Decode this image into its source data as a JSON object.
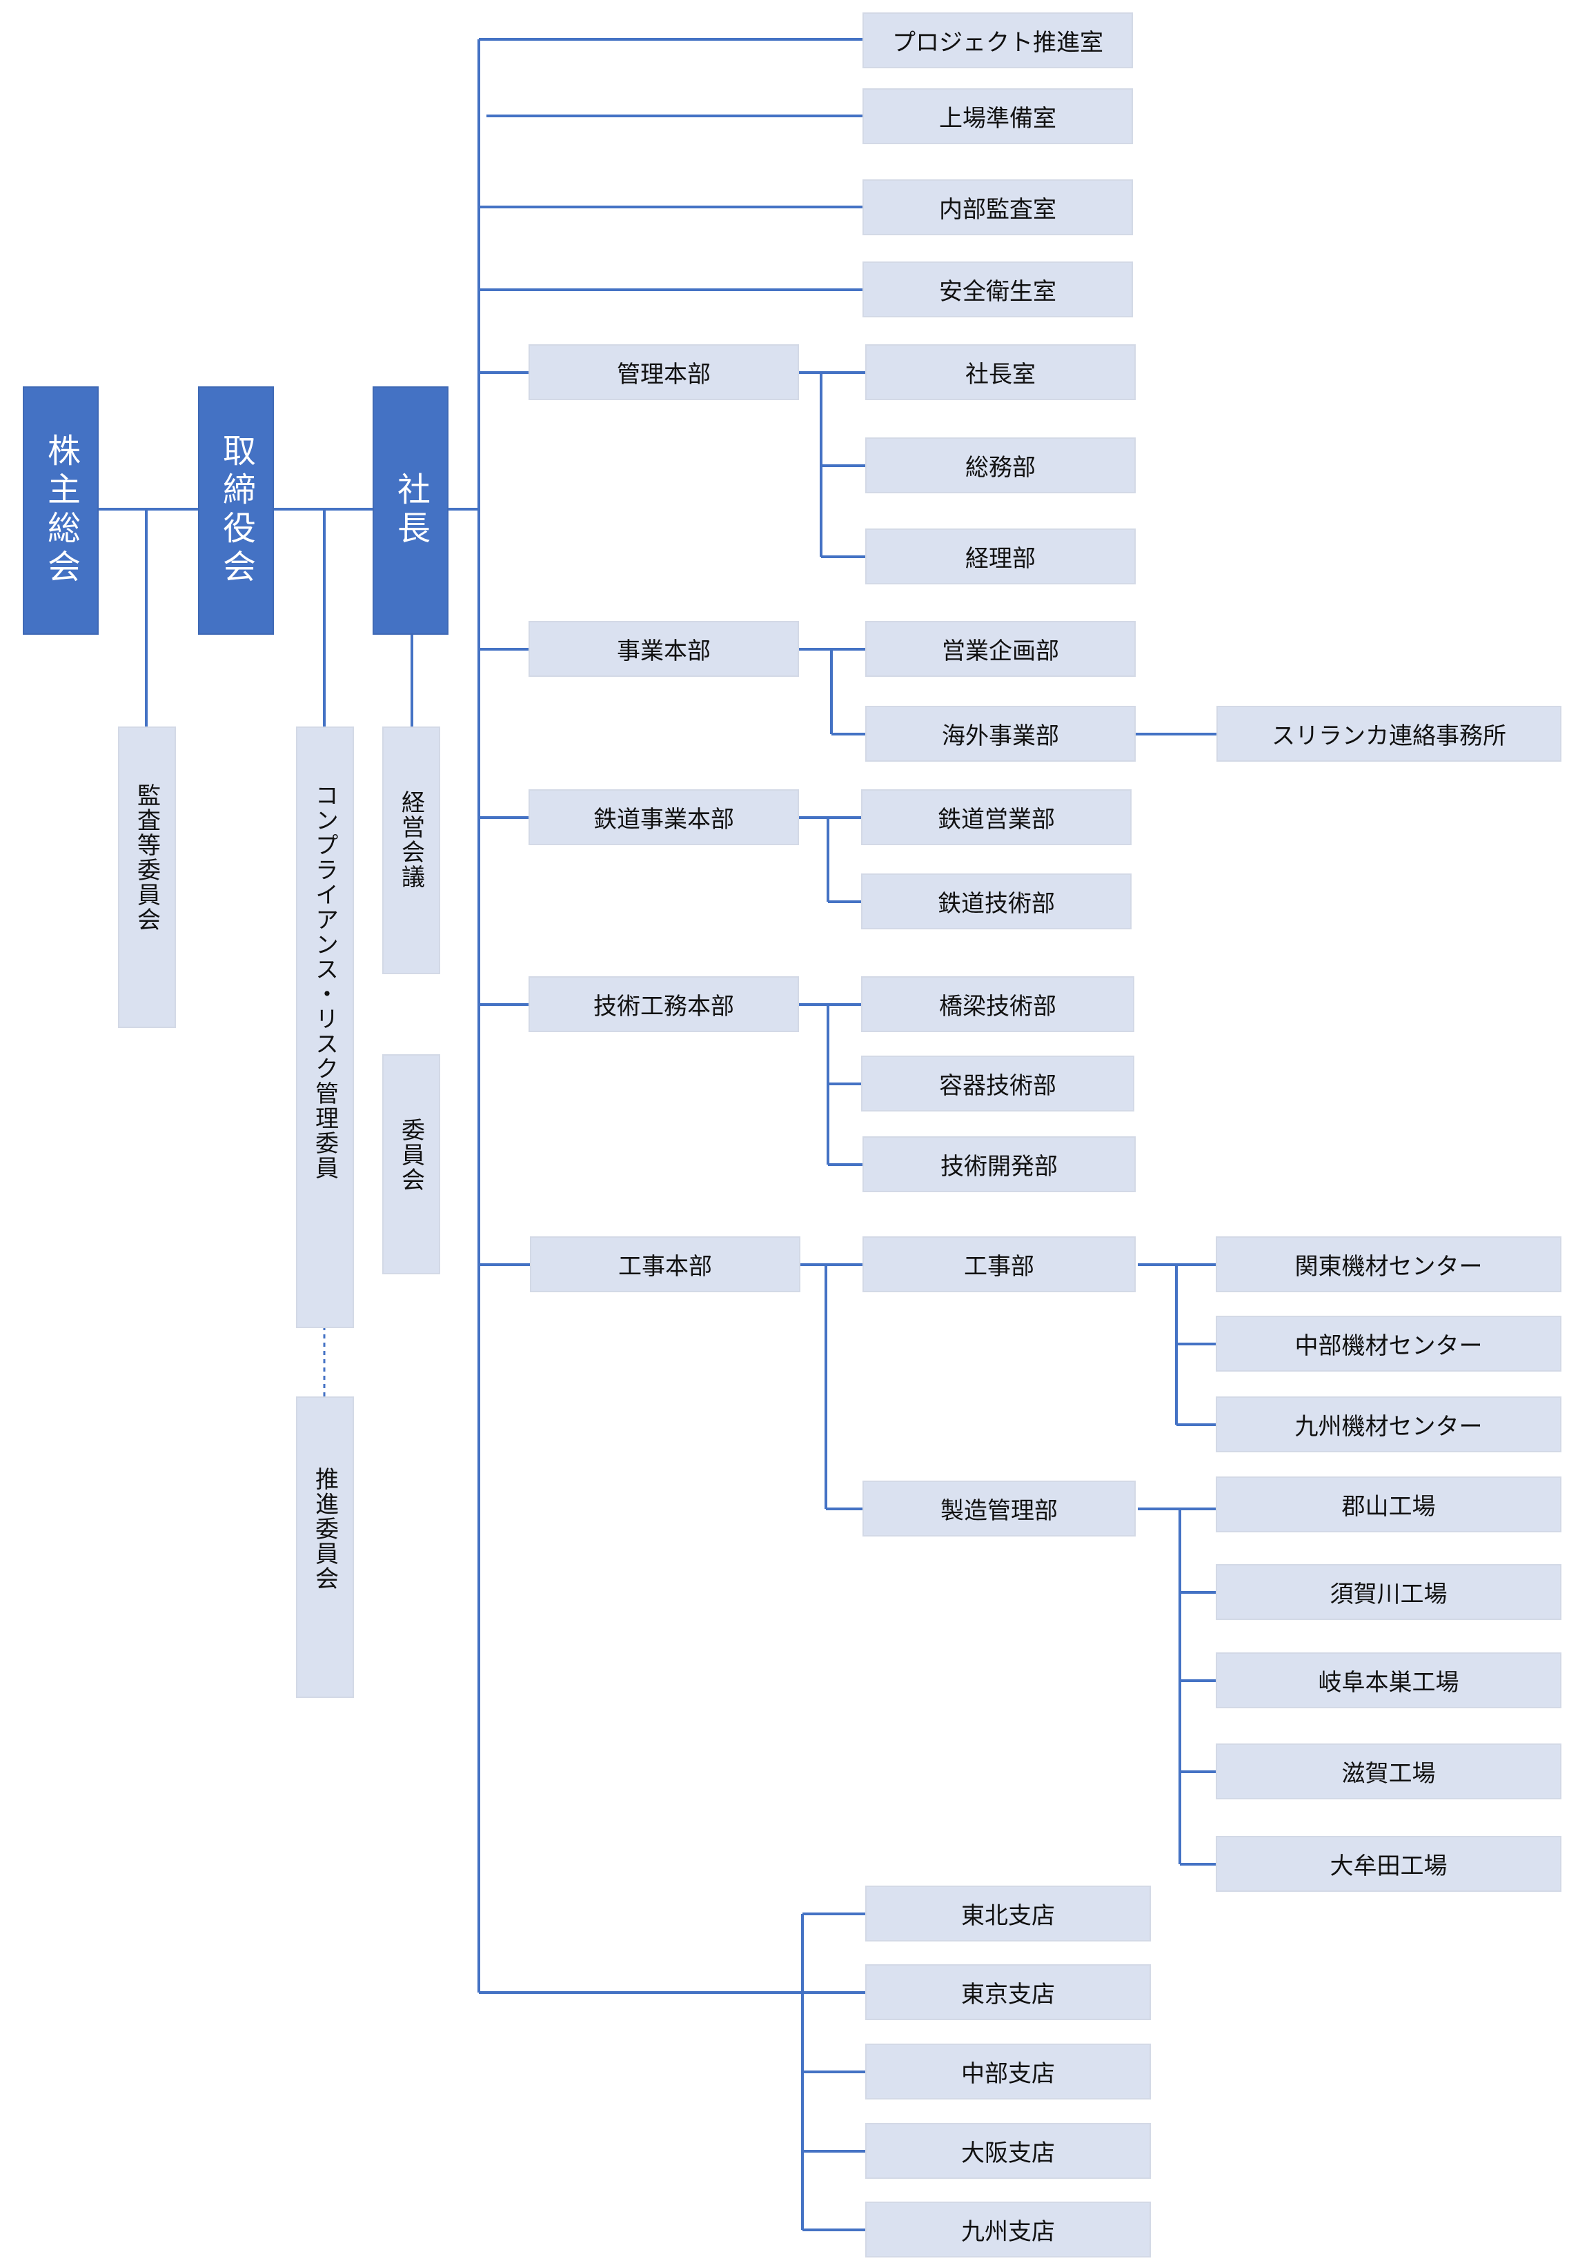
{
  "top": {
    "shareholders": "株主総会",
    "board": "取締役会",
    "president": "社長"
  },
  "committees": {
    "audit": "監査等委員会",
    "compliance": "コンプライアンス・リスク管理委員",
    "promotion": "推進委員会",
    "management_meeting": "経営会議",
    "committee": "委員会"
  },
  "staff": {
    "project": "プロジェクト推進室",
    "listing": "上場準備室",
    "audit_office": "内部監査室",
    "safety": "安全衛生室"
  },
  "admin": {
    "name": "管理本部",
    "president_office": "社長室",
    "general_affairs": "総務部",
    "accounting": "経理部"
  },
  "business": {
    "name": "事業本部",
    "sales_planning": "営業企画部",
    "overseas": "海外事業部",
    "srilanka": "スリランカ連絡事務所"
  },
  "railway": {
    "name": "鉄道事業本部",
    "sales": "鉄道営業部",
    "tech": "鉄道技術部"
  },
  "engineering": {
    "name": "技術工務本部",
    "bridge": "橋梁技術部",
    "vessel": "容器技術部",
    "development": "技術開発部"
  },
  "construction": {
    "name": "工事本部",
    "works": "工事部",
    "kanto": "関東機材センター",
    "chubu_center": "中部機材センター",
    "kyushu_center": "九州機材センター",
    "manufacturing": "製造管理部",
    "koriyama": "郡山工場",
    "sukagawa": "須賀川工場",
    "gifu": "岐阜本巣工場",
    "shiga": "滋賀工場",
    "omuta": "大牟田工場"
  },
  "branches": {
    "tohoku": "東北支店",
    "tokyo": "東京支店",
    "chubu": "中部支店",
    "osaka": "大阪支店",
    "kyushu": "九州支店"
  },
  "colors": {
    "primary": "#4472c4",
    "box": "#dae1f0",
    "line": "#4472c4"
  }
}
